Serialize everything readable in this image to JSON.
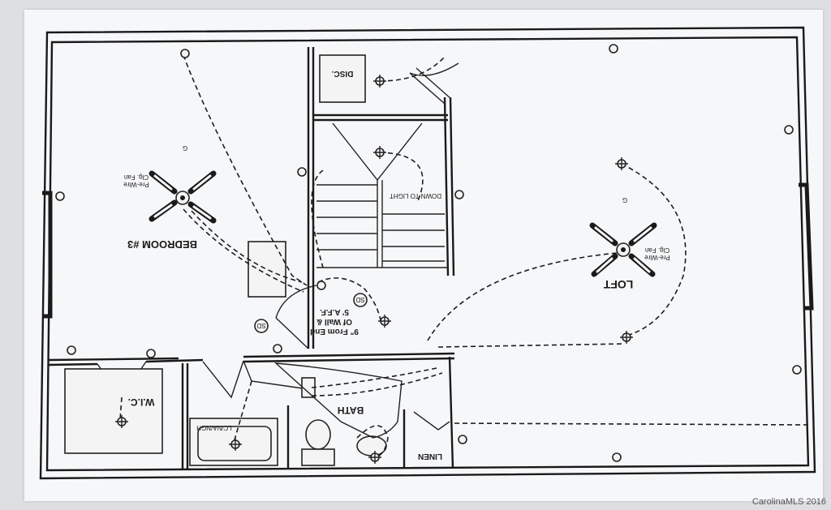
{
  "rooms": {
    "bedroom": "BEDROOM #3",
    "loft": "LOFT",
    "bath": "BATH",
    "wic": "W.I.C.",
    "linen": "LINEN",
    "disc": "DISC.",
    "stair_light": "DOWN TO LIGHT"
  },
  "notes": {
    "fan_bedroom_1": "Clg. Fan",
    "fan_bedroom_2": "Pre-Wire",
    "fan_loft_1": "Clg. Fan",
    "fan_loft_2": "Pre-Wire",
    "smoke_1": "SD",
    "smoke_2": "SD",
    "height_1": "9\" From End",
    "height_2": "Of Wall &",
    "height_3": "5' A.F.F.",
    "tub": "LC/NA/NGH",
    "fan_symbol": "G"
  },
  "watermark": "CarolinaMLS 2016"
}
